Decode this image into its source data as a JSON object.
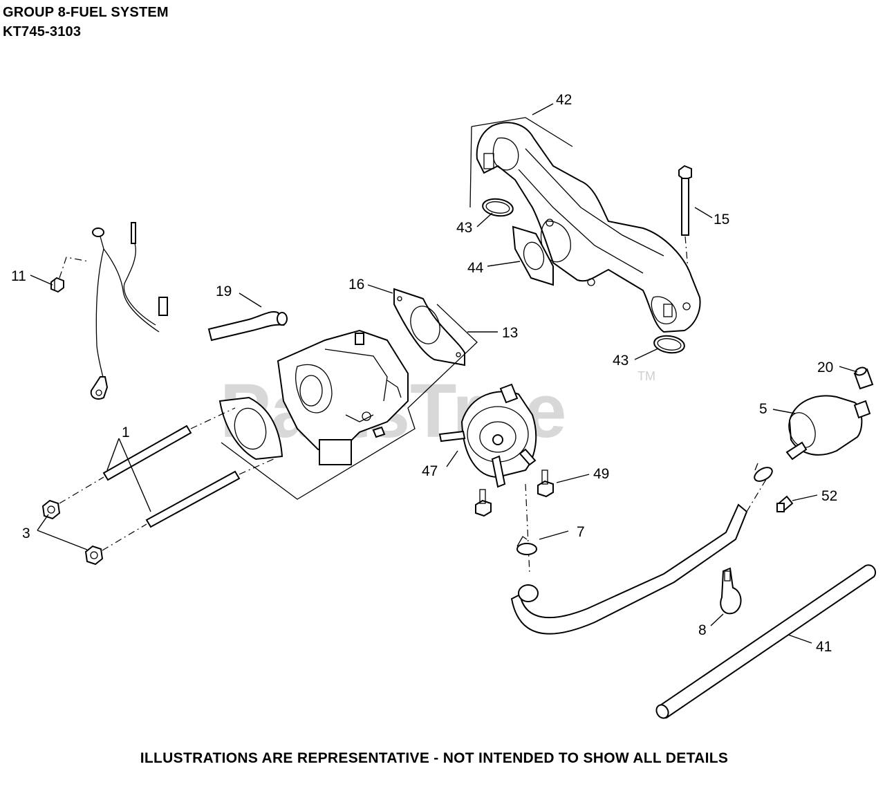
{
  "header": {
    "title": "GROUP 8-FUEL SYSTEM",
    "model": "KT745-3103"
  },
  "footer": {
    "note": "ILLUSTRATIONS ARE REPRESENTATIVE - NOT INTENDED TO SHOW ALL DETAILS"
  },
  "watermark": {
    "text": "PartsTree",
    "trademark": "TM"
  },
  "callouts": {
    "c42": "42",
    "c15": "15",
    "c43a": "43",
    "c44": "44",
    "c43b": "43",
    "c11": "11",
    "c19": "19",
    "c16": "16",
    "c13": "13",
    "c20": "20",
    "c5": "5",
    "c1": "1",
    "c47": "47",
    "c49": "49",
    "c52": "52",
    "c3": "3",
    "c7": "7",
    "c8": "8",
    "c41": "41"
  }
}
